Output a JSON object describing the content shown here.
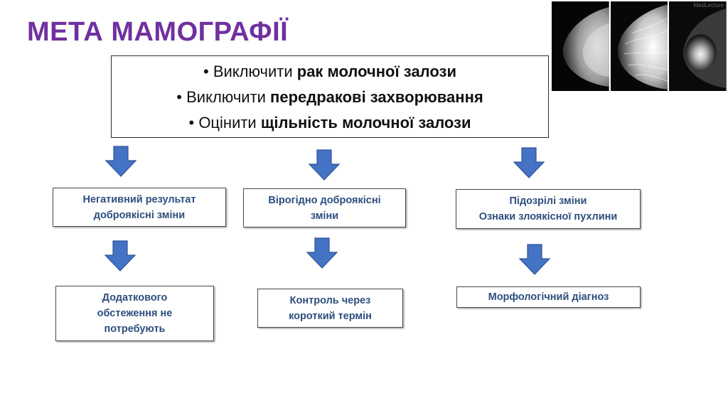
{
  "title": "МЕТА МАМОГРАФІЇ",
  "images": {
    "watermark": "MedLecture"
  },
  "goals": [
    {
      "bullet": "•",
      "prefix": "Виключити ",
      "bold": "рак молочної залози"
    },
    {
      "bullet": "•",
      "prefix": "Виключити ",
      "bold": "передракові захворювання"
    },
    {
      "bullet": "•",
      "prefix": "Оцінити ",
      "bold": "щільність молочної залози"
    }
  ],
  "results": [
    {
      "line1": "Негативний результат",
      "line2": "доброякісні зміни"
    },
    {
      "line1": "Вірогідно доброякісні",
      "line2": "зміни"
    },
    {
      "line1": "Підозрілі зміни",
      "line2": "Ознаки злоякісної пухлини"
    }
  ],
  "actions": [
    {
      "line1": "Додаткового",
      "line2": "обстеження не",
      "line3": "потребують"
    },
    {
      "line1": "Контроль через",
      "line2": "короткий термін"
    },
    {
      "line1": "Морфологічний діагноз"
    }
  ],
  "colors": {
    "title": "#7030a0",
    "box_text": "#2d4e7e",
    "arrow_fill": "#4472c4",
    "arrow_stroke": "#2f5597"
  }
}
